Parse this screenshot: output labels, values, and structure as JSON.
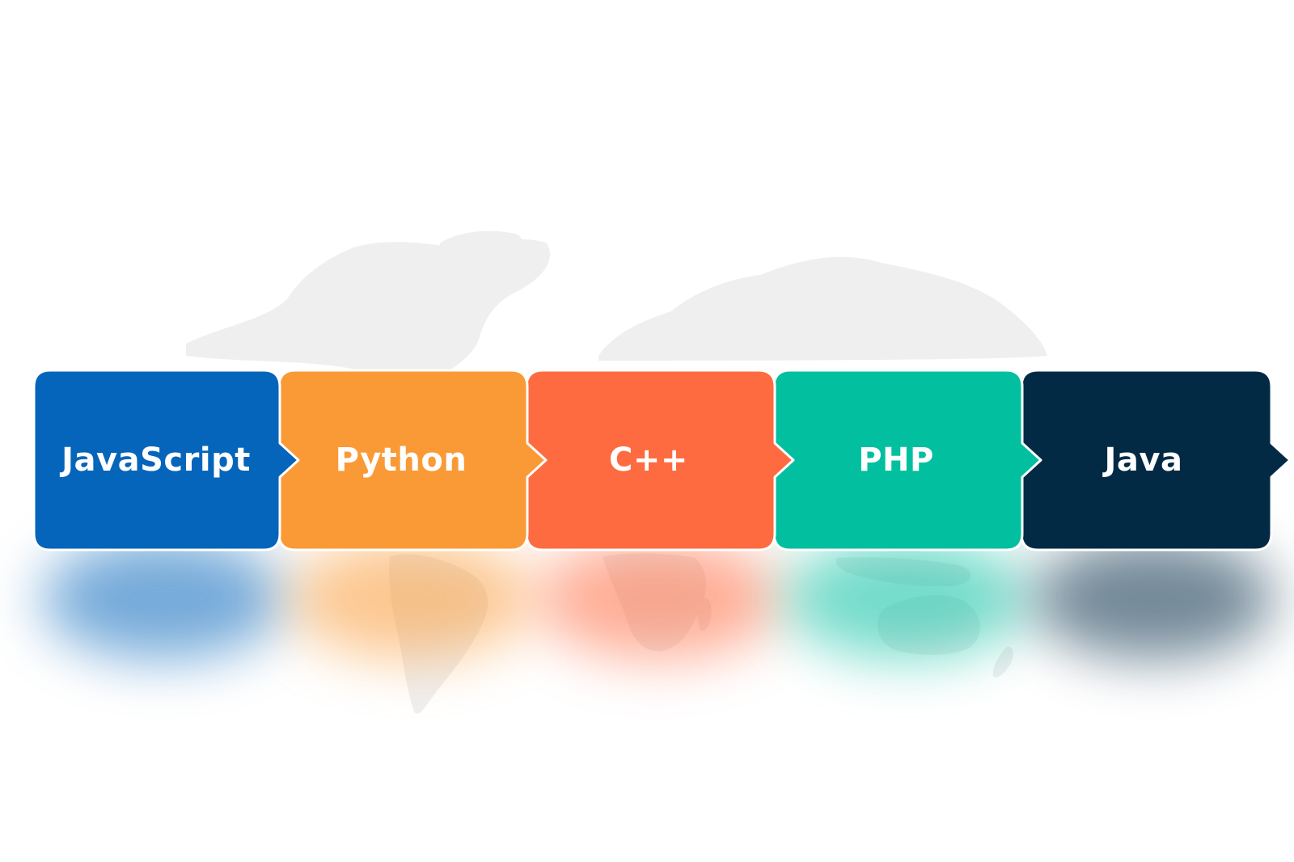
{
  "steps": [
    {
      "label": "JavaScript",
      "color": "#0565BA"
    },
    {
      "label": "Python",
      "color": "#FA9A36"
    },
    {
      "label": "C++",
      "color": "#FE6B40"
    },
    {
      "label": "PHP",
      "color": "#02BFA0"
    },
    {
      "label": "Java",
      "color": "#022A45"
    }
  ],
  "map_color": "#EFEFEF"
}
